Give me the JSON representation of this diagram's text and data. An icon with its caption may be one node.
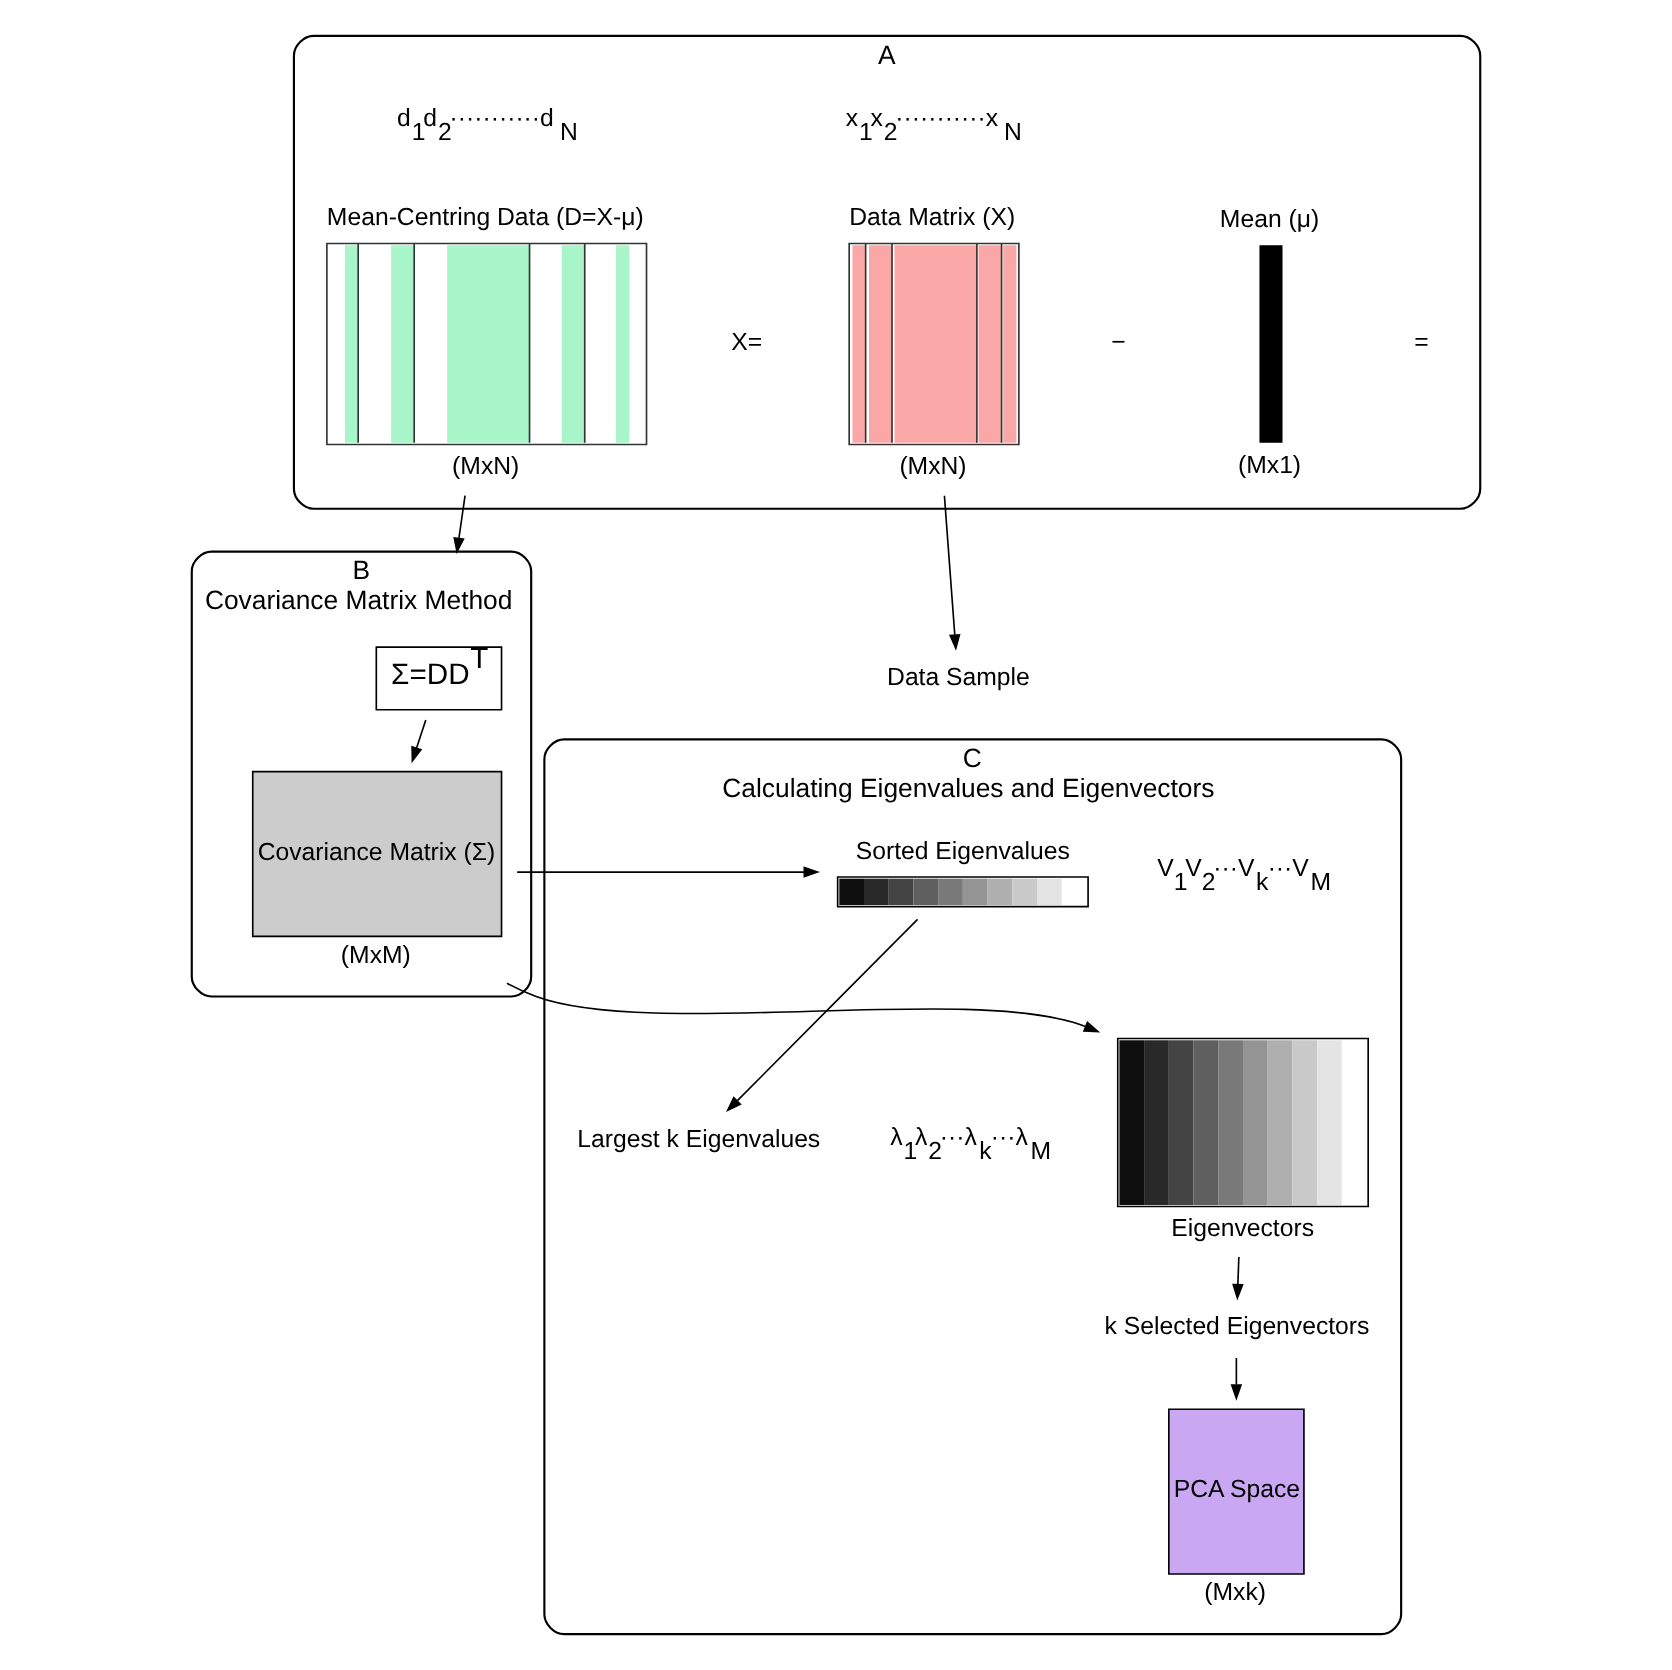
{
  "diagram": {
    "nodes": [
      {
        "text": [
          "A"
        ]
      },
      {
        "text": [
          "Data Matrix (X)"
        ],
        "in": 0,
        "beside": [
          "(MxN)"
        ]
      },
      {
        "text": [
          "Mean (μ)"
        ],
        "in": 0,
        "beside": [
          "(Mx1)"
        ]
      },
      {
        "text": [
          "Mean-Centring Data (D=X-μ)"
        ],
        "in": 0,
        "beside": [
          "(MxN)"
        ]
      },
      {
        "text": [
          "Data Sample"
        ]
      },
      {
        "text": [
          "B",
          "Covariance Matrix Method"
        ]
      },
      {
        "text": [
          "Σ=DD$^{T}$"
        ],
        "in": 5
      },
      {
        "text": [
          "Covariance Matrix (Σ)"
        ],
        "in": 5,
        "beside": [
          "(MxM)"
        ]
      },
      {
        "text": [
          "C",
          "Calculating Eigenvalues and Eigenvectors"
        ]
      },
      {
        "text": [
          "Sorted Eigenvalues"
        ],
        "in": 8
      },
      {
        "text": [
          "Largest k Eigenvalues"
        ],
        "in": 8
      },
      {
        "text": [
          "Eigenvectors"
        ],
        "in": 8
      },
      {
        "text": [
          "k Selected Eigenvectors"
        ],
        "in": 8
      },
      {
        "text": [
          "PCA Space"
        ],
        "in": 8,
        "beside": [
          "(Mxk)"
        ]
      }
    ],
    "edges": [
      {
        "from": 1,
        "to": 4,
        "arrow": "to"
      },
      {
        "from": 3,
        "to": 5,
        "arrow": "to"
      },
      {
        "from": 6,
        "to": 7,
        "arrow": "to"
      },
      {
        "from": 7,
        "to": 9,
        "arrow": "to"
      },
      {
        "from": 7,
        "to": 11,
        "arrow": "to"
      },
      {
        "from": 9,
        "to": 10,
        "arrow": "to"
      },
      {
        "from": 11,
        "to": 12,
        "arrow": "to"
      },
      {
        "from": 12,
        "to": 13,
        "arrow": "to"
      }
    ],
    "labels": [
      "X=",
      "−",
      "=",
      "x$_{1}$x$_{2}$···········x$_{N}$",
      "d$_{1}$d$_{2}$···········d$_{N}$",
      "λ$_{1}$λ$_{2}$···λ$_{k}$···λ$_{M}$",
      "V$_{1}$V$_{2}$···V$_{k}$···V$_{M}$"
    ]
  }
}
